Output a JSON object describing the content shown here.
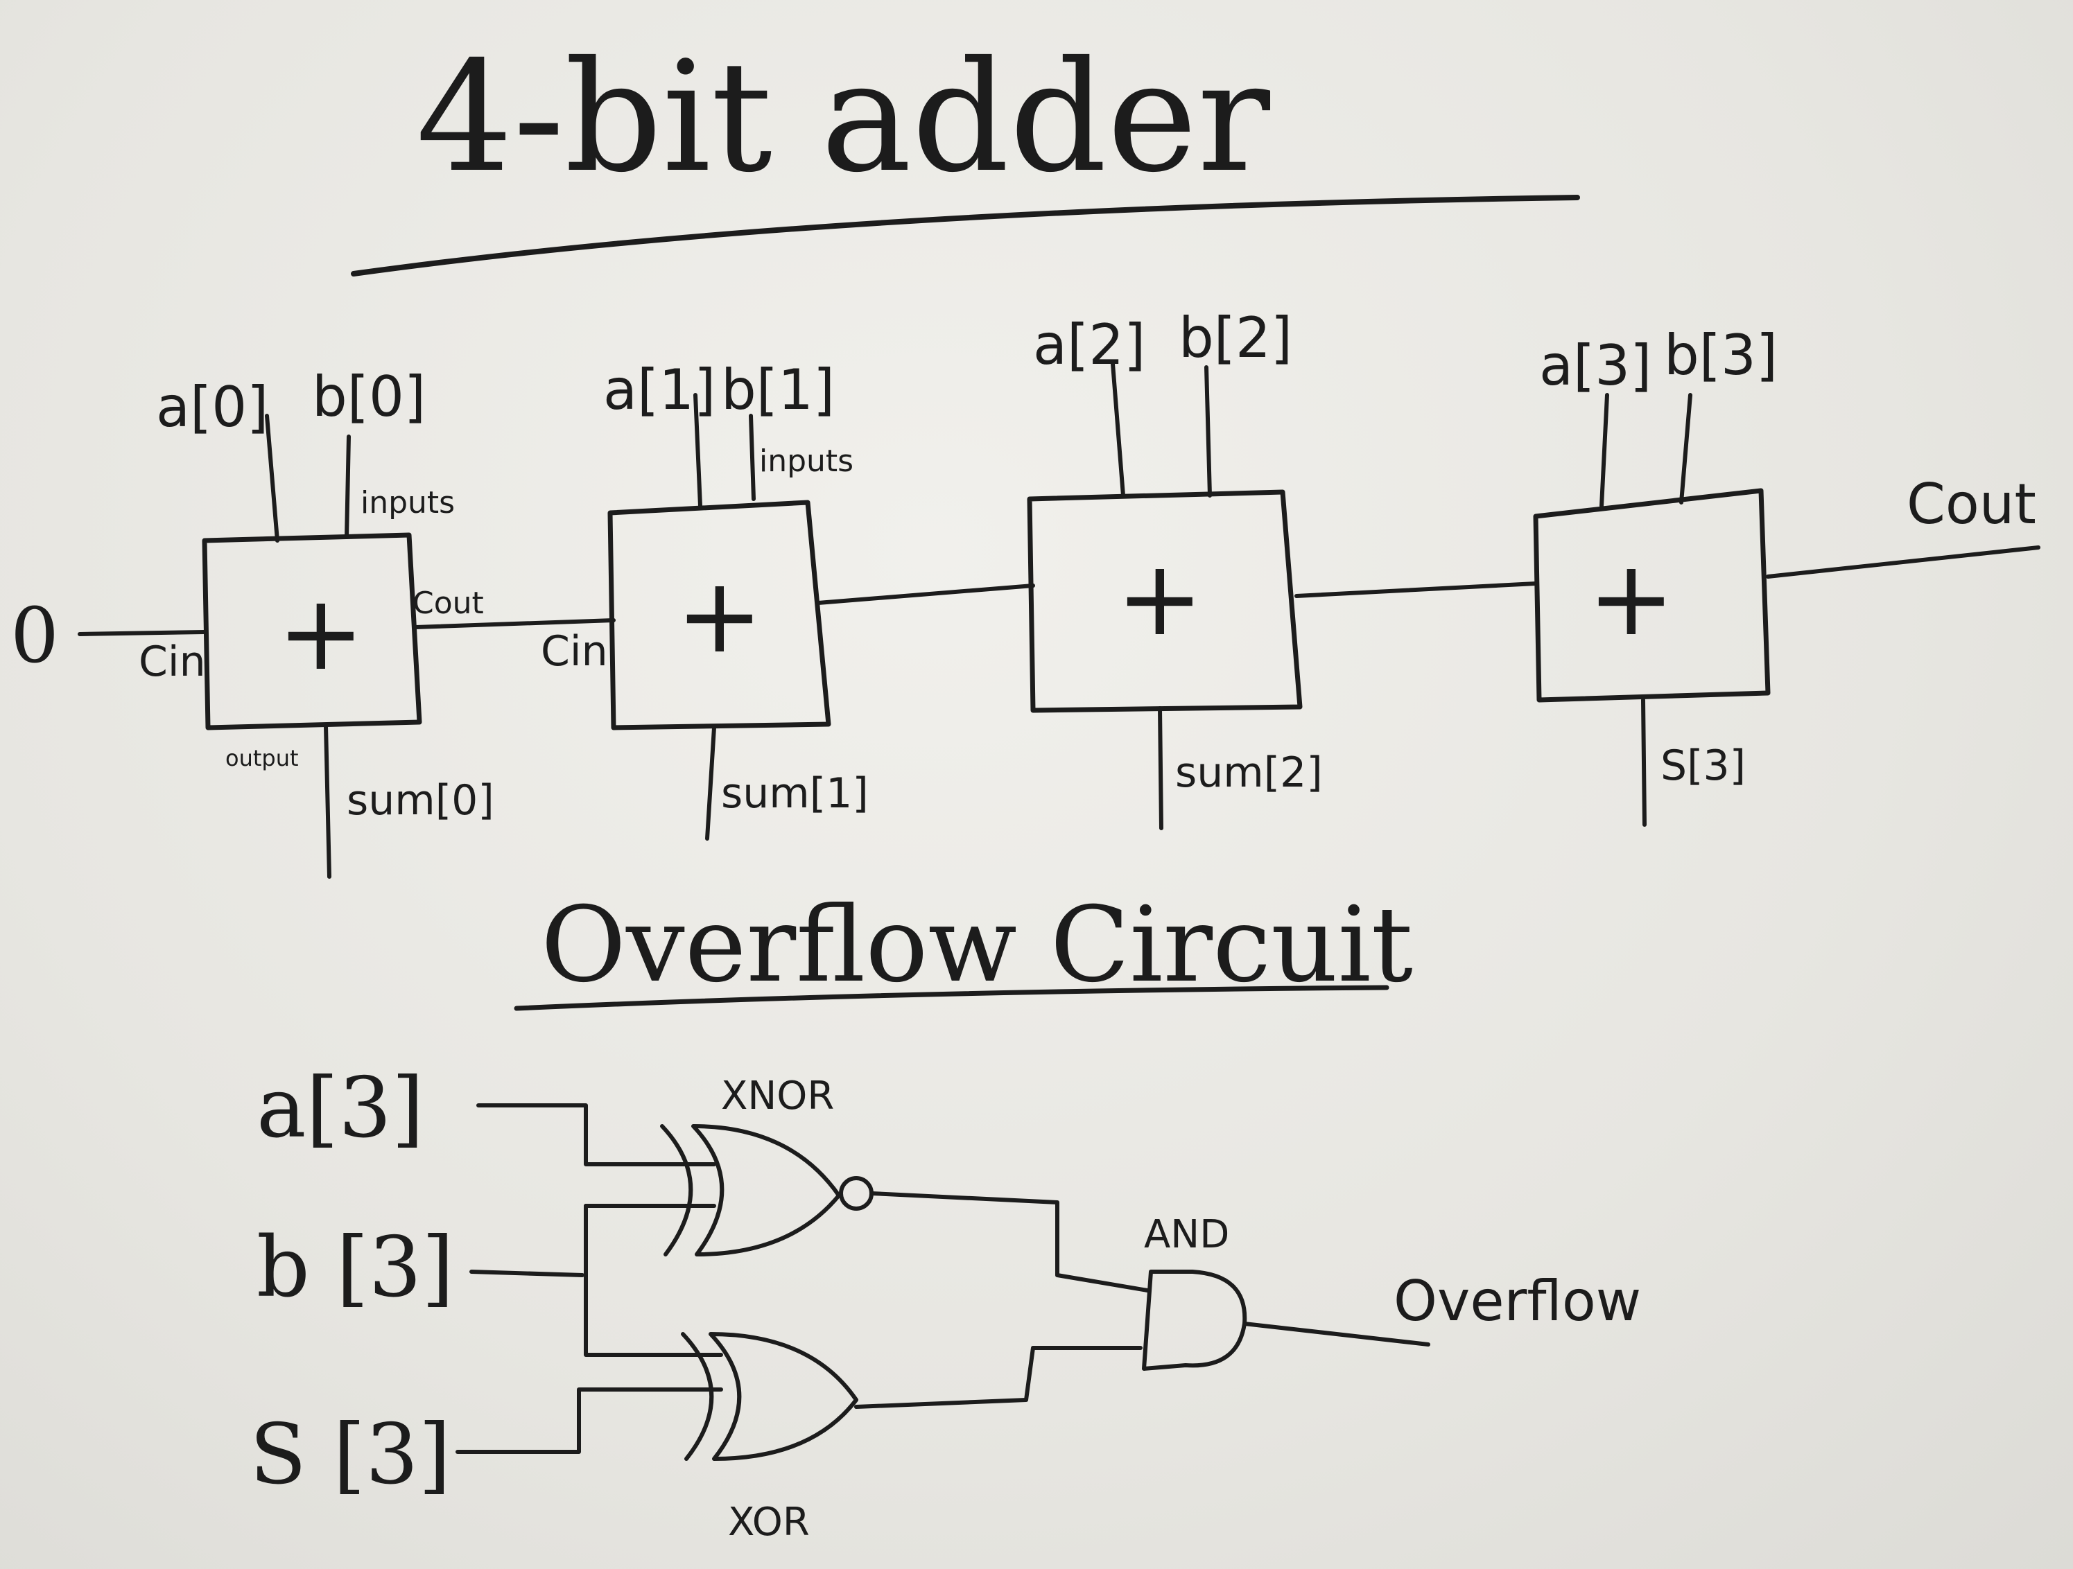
{
  "title": "4-bit adder",
  "overflow_title": "Overflow Circuit",
  "carry_in_value": "0",
  "cin_label_1": "Cin",
  "cin_label_2": "Cin",
  "cout_label_small": "Cout",
  "cout_label_final": "Cout",
  "inputs_label_1": "inputs",
  "inputs_label_2": "inputs",
  "output_label": "output",
  "adder_symbol": "+",
  "adders": [
    {
      "a": "a[0]",
      "b": "b[0]",
      "out": "sum[0]"
    },
    {
      "a": "a[1]",
      "b": "b[1]",
      "out": "sum[1]"
    },
    {
      "a": "a[2]",
      "b": "b[2]",
      "out": "sum[2]"
    },
    {
      "a": "a[3]",
      "b": "b[3]",
      "out": "S[3]"
    }
  ],
  "overflow": {
    "inputs": [
      "a[3]",
      "b [3]",
      "S [3]"
    ],
    "gates": {
      "xnor": "XNOR",
      "xor": "XOR",
      "and": "AND"
    },
    "output": "Overflow"
  }
}
